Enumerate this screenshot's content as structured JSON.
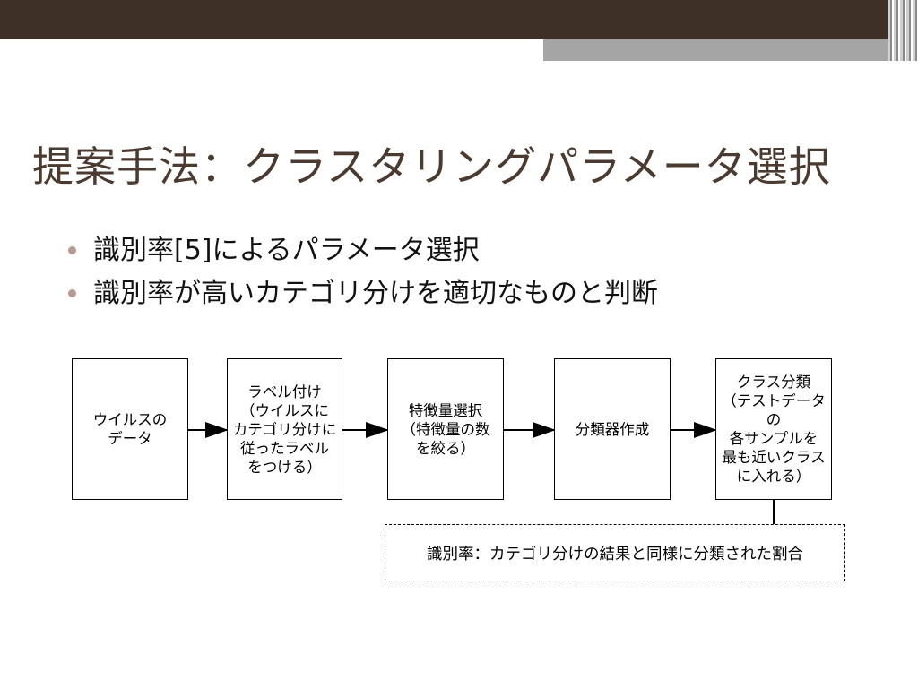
{
  "slide": {
    "title": "提案手法：クラスタリングパラメータ選択",
    "bullets": [
      "識別率[5]によるパラメータ選択",
      "識別率が高いカテゴリ分けを適切なものと判断"
    ]
  },
  "flow": {
    "boxes": [
      "ウイルスの\nデータ",
      "ラベル付け\n（ウイルスに\nカテゴリ分けに\n従ったラベル\nをつける）",
      "特徴量選択\n（特徴量の数\nを絞る）",
      "分類器作成",
      "クラス分類\n（テストデータの\n各サンプルを\n最も近いクラス\nに入れる）"
    ],
    "note": "識別率：カテゴリ分けの結果と同様に分類された割合"
  },
  "colors": {
    "band_dark": "#3e3027",
    "band_grey": "#a5a5a5",
    "title": "#4a3a30",
    "bullet": "#b59c92"
  }
}
